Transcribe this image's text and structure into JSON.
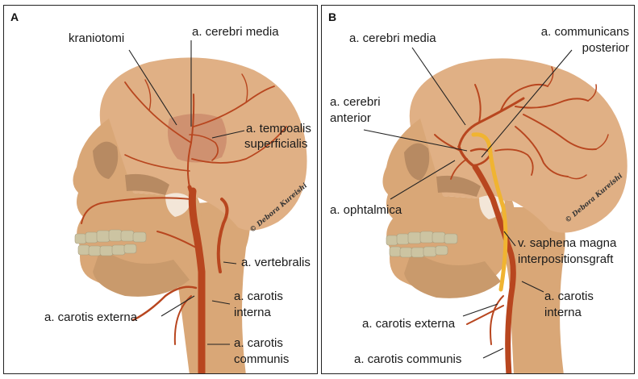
{
  "panel_a": {
    "label": "A",
    "labels": {
      "kraniotomi": "kraniotomi",
      "cerebri_media": "a. cerebri media",
      "temporalis_1": "a. tempoalis",
      "temporalis_2": "superficialis",
      "vertebralis": "a. vertebralis",
      "carotis_interna_1": "a. carotis",
      "carotis_interna_2": "interna",
      "carotis_externa": "a. carotis externa",
      "carotis_communis_1": "a. carotis",
      "carotis_communis_2": "communis"
    },
    "signature": "© Debora Kureishi"
  },
  "panel_b": {
    "label": "B",
    "labels": {
      "cerebri_media": "a. cerebri media",
      "communicans_1": "a. communicans",
      "communicans_2": "posterior",
      "cerebri_anterior_1": "a. cerebri",
      "cerebri_anterior_2": "anterior",
      "ophtalmica": "a. ophtalmica",
      "saphena_1": "v. saphena magna",
      "saphena_2": "interpositionsgraft",
      "carotis_interna_1": "a. carotis",
      "carotis_interna_2": "interna",
      "carotis_externa": "a. carotis externa",
      "carotis_communis": "a. carotis communis"
    },
    "signature": "© Debora Kureishi"
  },
  "colors": {
    "skin": "#d9a777",
    "skin_light": "#e5bb90",
    "bone_dark": "#b78a62",
    "teeth": "#ccc4a2",
    "artery": "#b8461f",
    "graft": "#f0b431",
    "craniotomy": "#c9876a"
  }
}
